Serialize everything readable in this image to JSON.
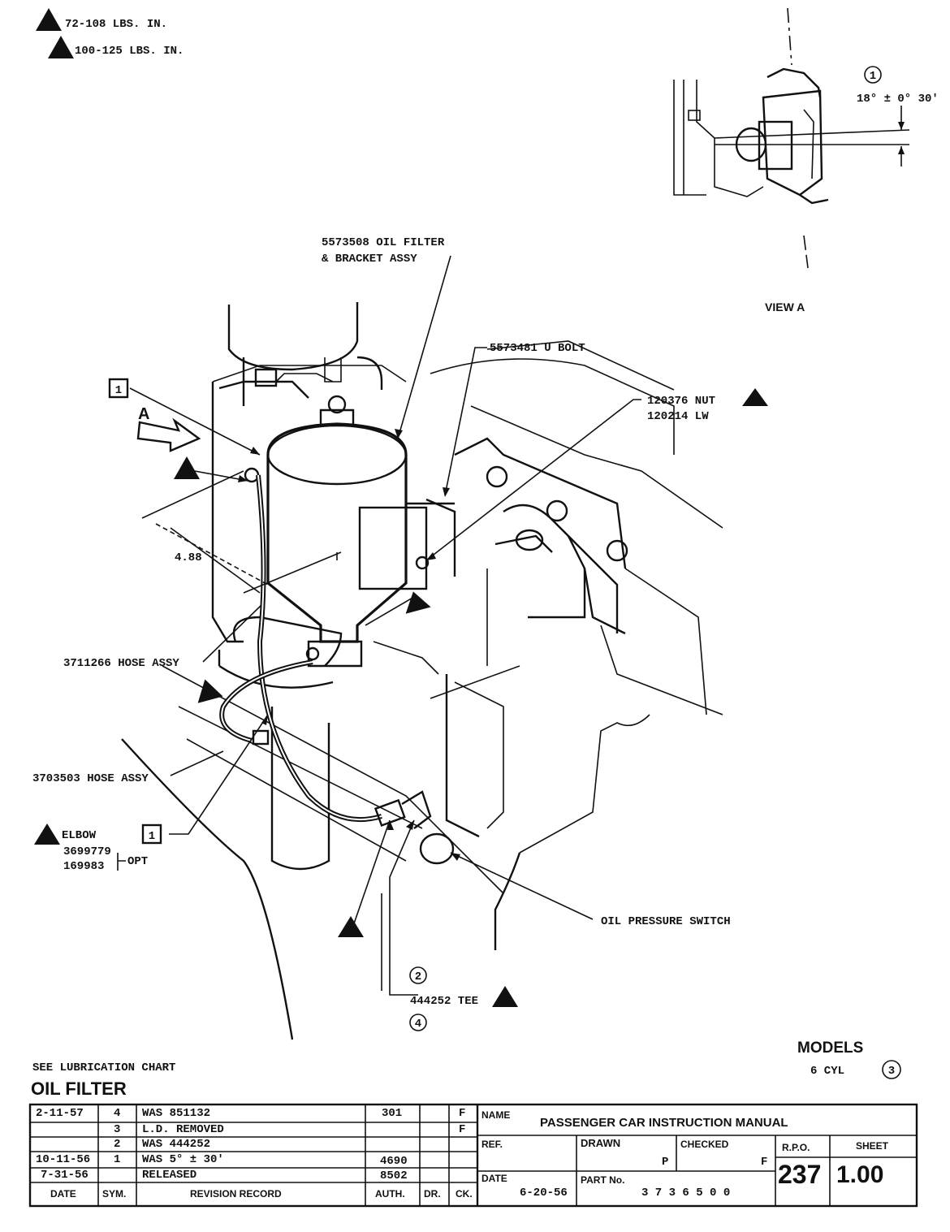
{
  "legend": {
    "torque_1": "72-108 LBS. IN.",
    "torque_2": "100-125 LBS. IN.",
    "sym_1": "1",
    "sym_2": "2"
  },
  "view_a": {
    "angle_ref": "1",
    "angle_text": "18° ± 0° 30'",
    "caption": "VIEW A"
  },
  "callouts": {
    "filter_assy_line1": "5573508 OIL FILTER",
    "filter_assy_line2": "& BRACKET ASSY",
    "u_bolt": "5573481 U BOLT",
    "nut_line1": "120376 NUT",
    "nut_line2": "120214 LW",
    "hose_assy_1": "3711266 HOSE ASSY",
    "hose_assy_2": "3703503 HOSE ASSY",
    "elbow": "ELBOW",
    "elbow_part_1": "3699779",
    "elbow_part_2": "169983",
    "opt": "OPT",
    "oil_pressure_switch": "OIL PRESSURE SWITCH",
    "tee": "444252 TEE",
    "tee_ref_top": "2",
    "tee_ref_bottom": "4",
    "dimension": "4.88",
    "view_arrow": "A",
    "box_ref": "1"
  },
  "models": {
    "heading": "MODELS",
    "value": "6 CYL",
    "ref": "3"
  },
  "notes": {
    "see_chart": "SEE LUBRICATION CHART",
    "title": "OIL FILTER"
  },
  "revisions": [
    {
      "date": "2-11-57",
      "sym": "4",
      "record": "WAS 851132",
      "auth": "301",
      "dr": "",
      "ck": "F"
    },
    {
      "date": "",
      "sym": "3",
      "record": "L.D. REMOVED",
      "auth": "",
      "dr": "",
      "ck": "F"
    },
    {
      "date": "",
      "sym": "2",
      "record": "WAS 444252",
      "auth": "",
      "dr": "",
      "ck": ""
    },
    {
      "date": "10-11-56",
      "sym": "1",
      "record": "WAS 5° ± 30'",
      "auth": "4690",
      "dr": "",
      "ck": ""
    },
    {
      "date": "7-31-56",
      "sym": "",
      "record": "RELEASED",
      "auth": "8502",
      "dr": "",
      "ck": ""
    }
  ],
  "revision_headers": {
    "date": "DATE",
    "sym": "SYM.",
    "record": "REVISION RECORD",
    "auth": "AUTH.",
    "dr": "DR.",
    "ck": "CK."
  },
  "title_block": {
    "name_label": "NAME",
    "name_value": "PASSENGER CAR INSTRUCTION MANUAL",
    "ref_label": "REF.",
    "drawn_label": "DRAWN",
    "drawn_value": "P",
    "checked_label": "CHECKED",
    "checked_value": "F",
    "rpo_label": "R.P.O.",
    "rpo_value": "237",
    "sheet_label": "SHEET",
    "sheet_value": "1.00",
    "date_label": "DATE",
    "date_value": "6-20-56",
    "part_label": "PART No.",
    "part_value": "3 7 3 6 5 0 0"
  }
}
